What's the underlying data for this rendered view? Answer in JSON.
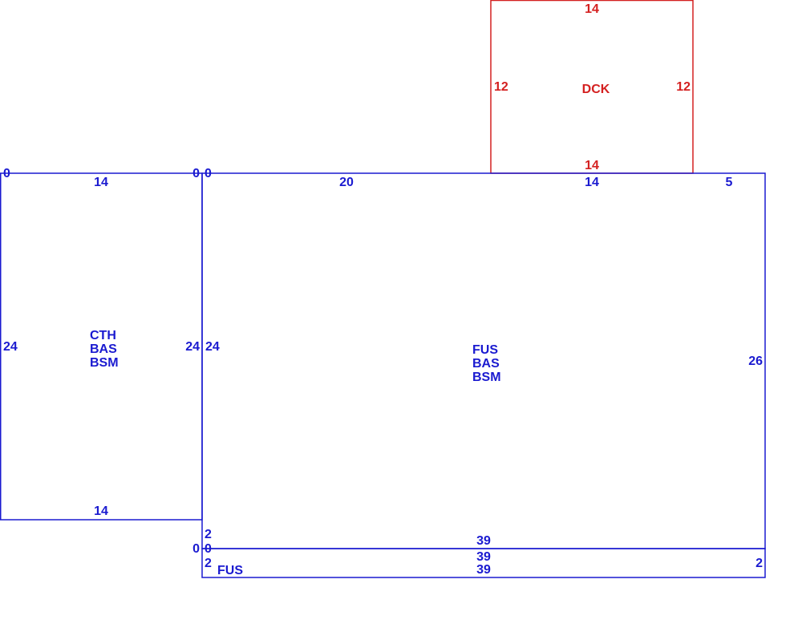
{
  "colors": {
    "main": "#1a1ad0",
    "deck": "#d42020",
    "background": "#ffffff"
  },
  "areas": {
    "garage": {
      "line1": "CTH",
      "line2": "BAS",
      "line3": "BSM",
      "top": "14",
      "bottom": "14",
      "left": "24",
      "right": "24",
      "corner_tl": "0",
      "corner_tr": "0"
    },
    "main_house": {
      "line1": "FUS",
      "line2": "BAS",
      "line3": "BSM",
      "top_a": "20",
      "top_b": "14",
      "top_c": "5",
      "left": "24",
      "left_low": "2",
      "right": "26",
      "bottom": "39",
      "corner_tl": "0"
    },
    "strip": {
      "label": "FUS",
      "top": "39",
      "bottom": "39",
      "left": "2",
      "right": "2",
      "corner_a": "0",
      "corner_b": "0"
    },
    "deck": {
      "label": "DCK",
      "top": "14",
      "bottom": "14",
      "left": "12",
      "right": "12"
    }
  }
}
